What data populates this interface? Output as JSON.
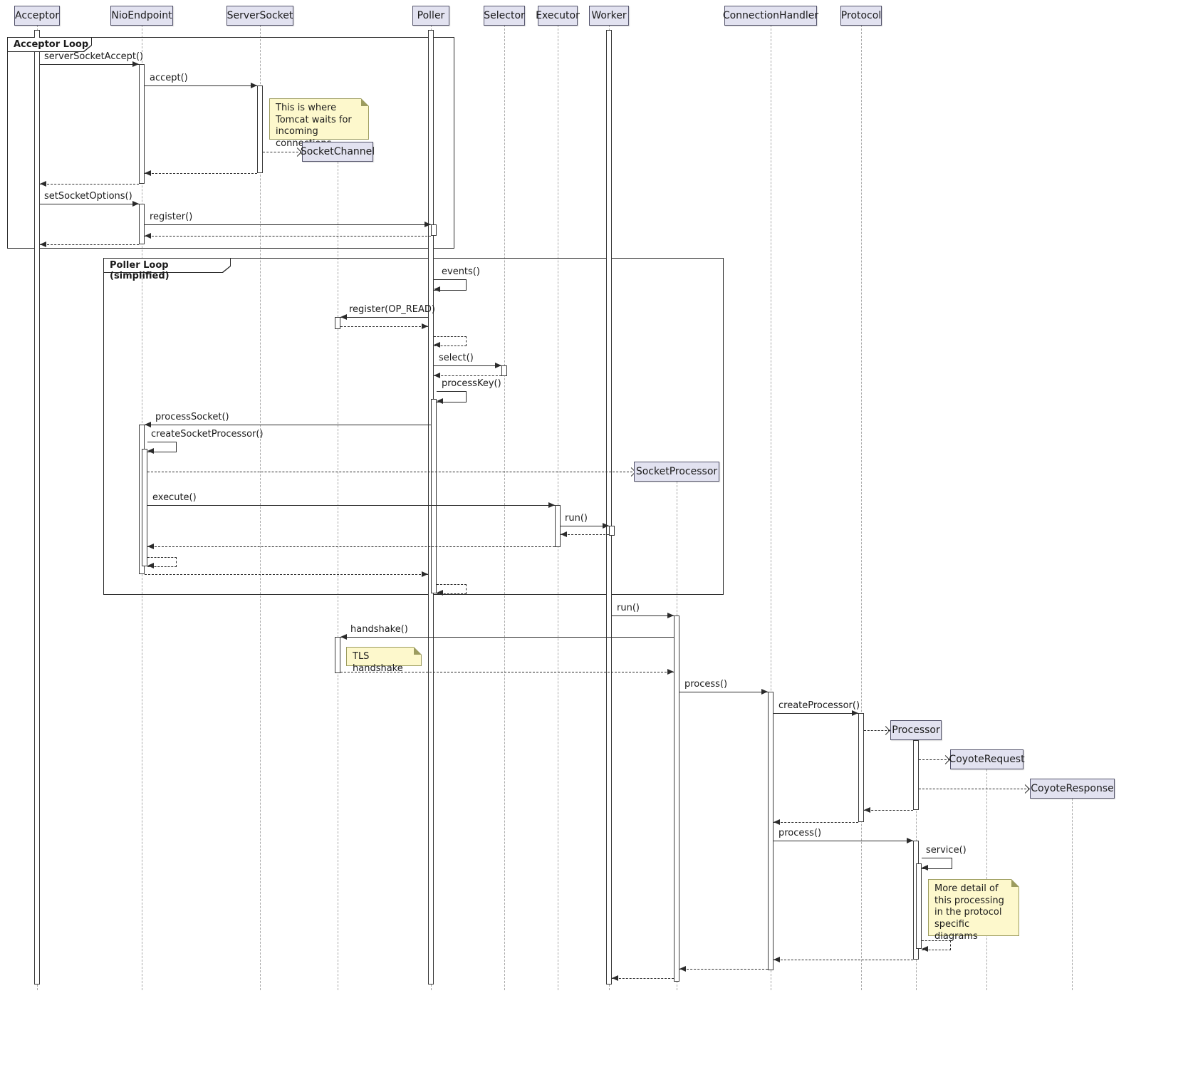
{
  "participants": [
    {
      "label": "Acceptor"
    },
    {
      "label": "NioEndpoint"
    },
    {
      "label": "ServerSocket"
    },
    {
      "label": "Poller"
    },
    {
      "label": "Selector"
    },
    {
      "label": "Executor"
    },
    {
      "label": "Worker"
    },
    {
      "label": "ConnectionHandler"
    },
    {
      "label": "Protocol"
    }
  ],
  "created_participants": [
    {
      "label": "SocketChannel"
    },
    {
      "label": "SocketProcessor"
    },
    {
      "label": "Processor"
    },
    {
      "label": "CoyoteRequest"
    },
    {
      "label": "CoyoteResponse"
    }
  ],
  "frames": [
    {
      "label": "Acceptor Loop"
    },
    {
      "label": "Poller Loop (simplified)"
    }
  ],
  "notes": [
    {
      "text": "This is where Tomcat waits for incoming connections",
      "attached_to": "ServerSocket"
    },
    {
      "text": "TLS handshake",
      "attached_to": "SocketChannel"
    },
    {
      "text": "More detail of this processing in the protocol specific diagrams",
      "attached_to": "Processor"
    }
  ],
  "messages": [
    {
      "label": "serverSocketAccept()",
      "from": "Acceptor",
      "to": "NioEndpoint",
      "kind": "call"
    },
    {
      "label": "accept()",
      "from": "NioEndpoint",
      "to": "ServerSocket",
      "kind": "call"
    },
    {
      "label": "",
      "from": "ServerSocket",
      "to": "SocketChannel",
      "kind": "create"
    },
    {
      "label": "",
      "from": "ServerSocket",
      "to": "NioEndpoint",
      "kind": "return"
    },
    {
      "label": "",
      "from": "NioEndpoint",
      "to": "Acceptor",
      "kind": "return"
    },
    {
      "label": "setSocketOptions()",
      "from": "Acceptor",
      "to": "NioEndpoint",
      "kind": "call"
    },
    {
      "label": "register()",
      "from": "NioEndpoint",
      "to": "Poller",
      "kind": "call"
    },
    {
      "label": "",
      "from": "Poller",
      "to": "NioEndpoint",
      "kind": "return"
    },
    {
      "label": "",
      "from": "NioEndpoint",
      "to": "Acceptor",
      "kind": "return"
    },
    {
      "label": "events()",
      "from": "Poller",
      "to": "Poller",
      "kind": "self"
    },
    {
      "label": "register(OP_READ)",
      "from": "Poller",
      "to": "SocketChannel",
      "kind": "call"
    },
    {
      "label": "",
      "from": "SocketChannel",
      "to": "Poller",
      "kind": "return"
    },
    {
      "label": "",
      "from": "Poller",
      "to": "Poller",
      "kind": "self-return"
    },
    {
      "label": "select()",
      "from": "Poller",
      "to": "Selector",
      "kind": "call"
    },
    {
      "label": "",
      "from": "Selector",
      "to": "Poller",
      "kind": "return"
    },
    {
      "label": "processKey()",
      "from": "Poller",
      "to": "Poller",
      "kind": "self"
    },
    {
      "label": "processSocket()",
      "from": "Poller",
      "to": "NioEndpoint",
      "kind": "call"
    },
    {
      "label": "createSocketProcessor()",
      "from": "NioEndpoint",
      "to": "NioEndpoint",
      "kind": "self"
    },
    {
      "label": "",
      "from": "NioEndpoint",
      "to": "SocketProcessor",
      "kind": "create"
    },
    {
      "label": "execute()",
      "from": "NioEndpoint",
      "to": "Executor",
      "kind": "call"
    },
    {
      "label": "run()",
      "from": "Executor",
      "to": "Worker",
      "kind": "call"
    },
    {
      "label": "",
      "from": "Worker",
      "to": "Executor",
      "kind": "return"
    },
    {
      "label": "",
      "from": "Executor",
      "to": "NioEndpoint",
      "kind": "return"
    },
    {
      "label": "",
      "from": "NioEndpoint",
      "to": "NioEndpoint",
      "kind": "self-return"
    },
    {
      "label": "",
      "from": "NioEndpoint",
      "to": "Poller",
      "kind": "return"
    },
    {
      "label": "",
      "from": "Poller",
      "to": "Poller",
      "kind": "self-return"
    },
    {
      "label": "run()",
      "from": "Worker",
      "to": "SocketProcessor",
      "kind": "call"
    },
    {
      "label": "handshake()",
      "from": "SocketProcessor",
      "to": "SocketChannel",
      "kind": "call"
    },
    {
      "label": "",
      "from": "SocketChannel",
      "to": "SocketProcessor",
      "kind": "return"
    },
    {
      "label": "process()",
      "from": "SocketProcessor",
      "to": "ConnectionHandler",
      "kind": "call"
    },
    {
      "label": "createProcessor()",
      "from": "ConnectionHandler",
      "to": "Protocol",
      "kind": "call"
    },
    {
      "label": "",
      "from": "Protocol",
      "to": "Processor",
      "kind": "create"
    },
    {
      "label": "",
      "from": "Processor",
      "to": "CoyoteRequest",
      "kind": "create"
    },
    {
      "label": "",
      "from": "Processor",
      "to": "CoyoteResponse",
      "kind": "create"
    },
    {
      "label": "",
      "from": "Processor",
      "to": "Protocol",
      "kind": "return"
    },
    {
      "label": "",
      "from": "Protocol",
      "to": "ConnectionHandler",
      "kind": "return"
    },
    {
      "label": "process()",
      "from": "ConnectionHandler",
      "to": "Processor",
      "kind": "call"
    },
    {
      "label": "service()",
      "from": "Processor",
      "to": "Processor",
      "kind": "self"
    },
    {
      "label": "",
      "from": "Processor",
      "to": "Processor",
      "kind": "self-return"
    },
    {
      "label": "",
      "from": "Processor",
      "to": "ConnectionHandler",
      "kind": "return"
    },
    {
      "label": "",
      "from": "ConnectionHandler",
      "to": "SocketProcessor",
      "kind": "return"
    },
    {
      "label": "",
      "from": "SocketProcessor",
      "to": "Worker",
      "kind": "return"
    }
  ],
  "colors": {
    "participant_fill": "#e2e2f0",
    "participant_border": "#53536b",
    "message_line": "#2b2b2b",
    "lifeline": "#a9a9a9",
    "note_fill": "#fdf8cc",
    "note_border": "#9c9c5f",
    "frame_border": "#2b2b2b"
  }
}
